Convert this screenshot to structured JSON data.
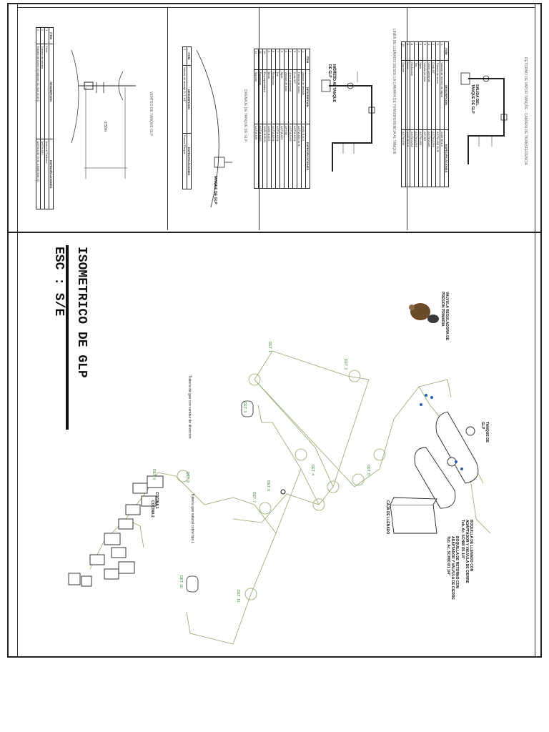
{
  "drawing": {
    "title": "ISOMETRICO DE GLP",
    "scale": "ESC : S/E"
  },
  "details": {
    "vent": {
      "caption": "VENTEO DE TANQUE GLP",
      "dimension": "2.50m",
      "table": {
        "headers": [
          "ITEM",
          "DESCRIPCION",
          "ESPECIFICACIONES"
        ],
        "rows": [
          [
            "1",
            "Codo",
            "Acero al Carbono"
          ],
          [
            "2",
            "Tuberia de venteo",
            "ASTM A53"
          ],
          [
            "3",
            "Tuberia de Acero al carbono SC Sch 40 D:1\"",
            "ASTM A 53 Gr B, ASME B36.10"
          ]
        ]
      }
    },
    "drain": {
      "caption": "DRENAJE DE TANQUE DE GLP",
      "tank_label": "TANQUE DE GLP",
      "table": {
        "headers": [
          "ITEM",
          "DESCRIPCION",
          "ESPECIFICACIONES"
        ],
        "rows": [
          [
            "1",
            "Valvula de drenaje D: 1 1/4\"",
            "Fuerza Tanque"
          ]
        ]
      }
    },
    "fill": {
      "caption": "LINEA DE LLENADO DESDE LA CAMARA DE TRANSFERENCIA AL TANQUE",
      "inlet_label": "INGRESO AL TANQUE DE GLP",
      "table": {
        "headers": [
          "ITEM",
          "DESCRIPCION",
          "ESPECIFICACIONES"
        ],
        "rows": [
          [
            "1",
            "Valvula de llenado",
            "ANSI B16.5"
          ],
          [
            "2",
            "Tuberia de acero",
            "ASTM A53 Gr B"
          ],
          [
            "3",
            "Codo 90°",
            "ASTM A234"
          ],
          [
            "4",
            "Union universal",
            "ASTM A105"
          ],
          [
            "5",
            "Valvula de bola",
            "API 6D"
          ],
          [
            "6",
            "Niple",
            "ASTM A53"
          ],
          [
            "7",
            "Tee",
            "ASTM A234"
          ],
          [
            "8",
            "Reduccion",
            "ASTM A234"
          ],
          [
            "9",
            "Brida",
            "ANSI B16.5"
          ],
          [
            "10",
            "Empaquetadura",
            "ANSI B16.21"
          ],
          [
            "11",
            "Esparrago",
            "ASTM A193"
          ],
          [
            "12",
            "Soporte",
            "ASTM A36"
          ]
        ]
      }
    },
    "return": {
      "caption": "RETORNO DE VAPOR TANQUE - CAMARA DE TRANSFERENCIA",
      "outlet_label": "SALIDA DEL TANQUE DE GLP",
      "table": {
        "headers": [
          "ITEM",
          "DESCRIPCION",
          "ESPECIFICACIONES"
        ],
        "rows": [
          [
            "1",
            "Valvula de retorno de vapor",
            "ANSI B16.5"
          ],
          [
            "2",
            "Tuberia de acero",
            "ASTM A53 Gr B"
          ],
          [
            "3",
            "Codo 90°",
            "ASTM A234"
          ],
          [
            "4",
            "Union universal",
            "ASTM A105"
          ],
          [
            "5",
            "Valvula de bola",
            "API 6D"
          ],
          [
            "6",
            "Niple",
            "ASTM A53"
          ],
          [
            "7",
            "Tee",
            "ASTM A234"
          ],
          [
            "8",
            "Reduccion",
            "ASTM A234"
          ],
          [
            "9",
            "Brida",
            "ANSI B16.5"
          ],
          [
            "10",
            "Soporte",
            "ASTM A36"
          ]
        ]
      }
    }
  },
  "iso": {
    "regulator_label": "VALVULA REGULADORA DE PRESION PRIMARIA",
    "tank_label": "TANQUE DE GLP",
    "fill_box_label": "CAJA DE LLENADO",
    "fill_note": "BOQUILLA DE LLENADO CON ADAPTADOR Y VALVULA DE CIERRE Tub. Ac. SCH80 Ø1 1/4\"",
    "return_note": "BOQUILLA DE RETORNO CON ADAPTADOR Y VALVULA DE CIERRE Tub. Ac. SCH80 Ø1 1/4\"",
    "pipe_note_1": "Tuberia gas natural cobre tipo L",
    "pipe_note_2": "Tuberia de gas con cambio de direccion",
    "cocina_1": "COCINA 1",
    "cocina_2": "COCINA 2",
    "det_labels": [
      "DET. 1",
      "DET. 2",
      "DET. 3",
      "DET. 4",
      "DET. 5",
      "DET. 6",
      "DET. 7",
      "DET. 8",
      "DET. 9",
      "DET. 10",
      "DET. 11"
    ]
  }
}
